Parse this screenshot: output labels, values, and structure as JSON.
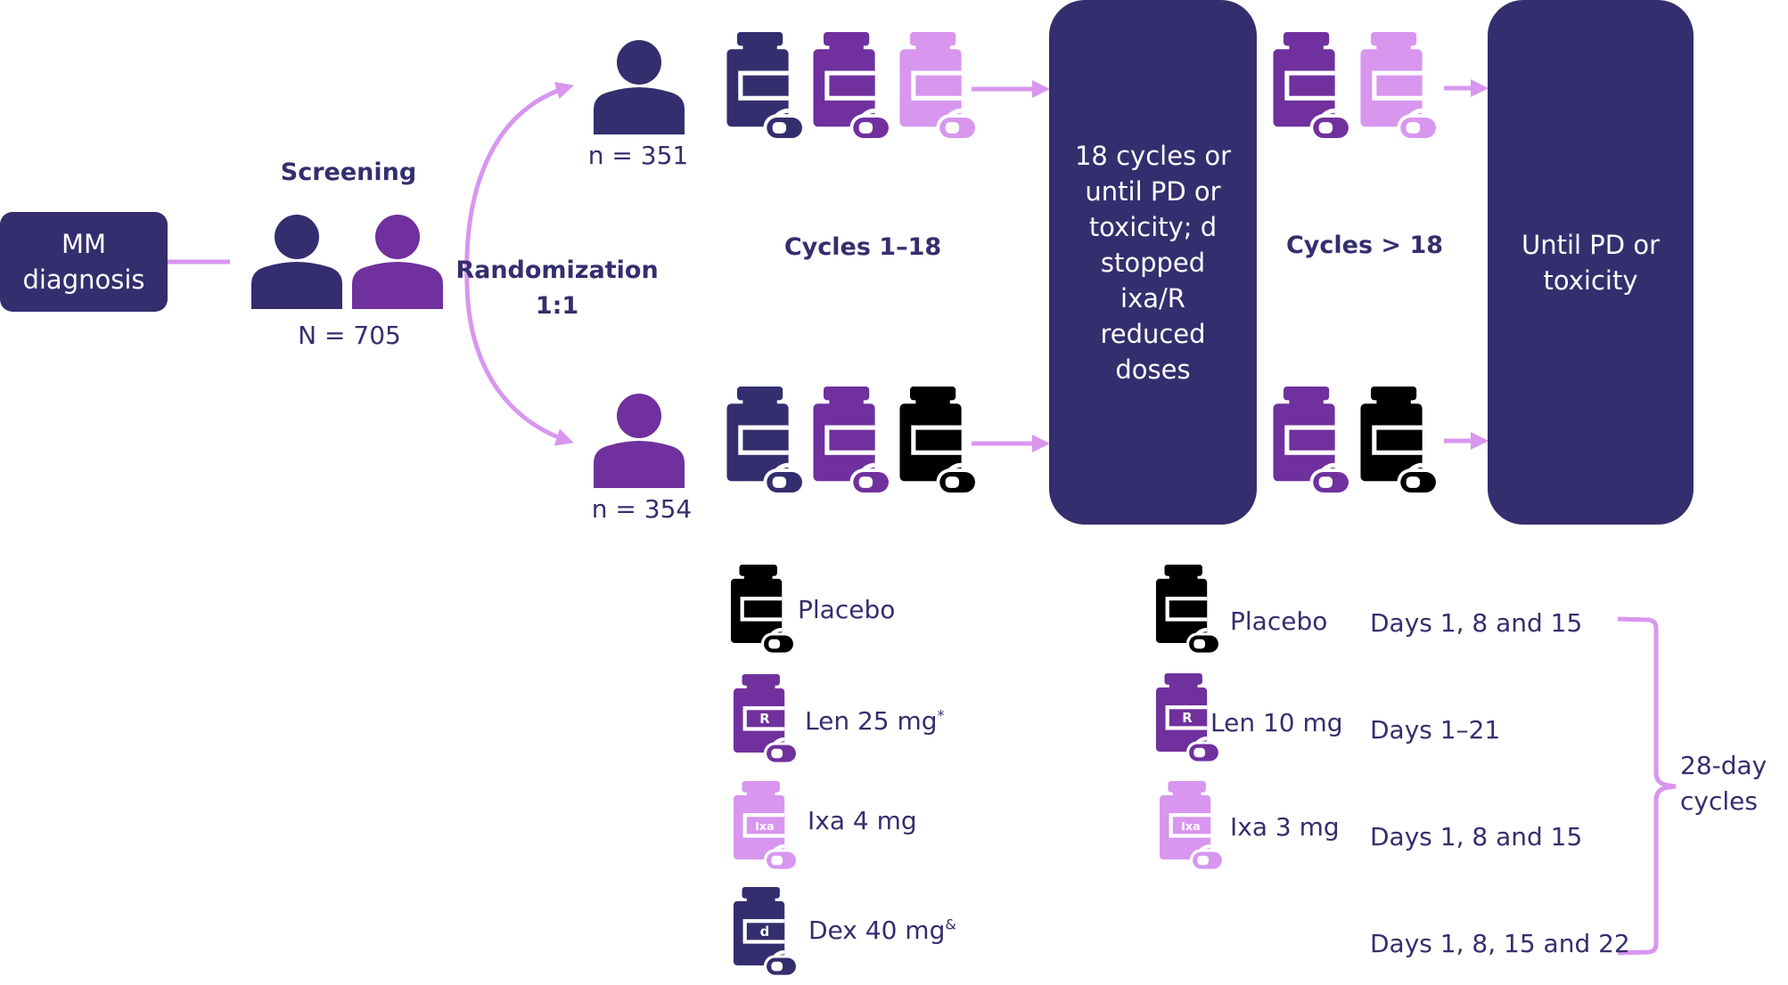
{
  "colors": {
    "navy": "#342e6e",
    "purple": "#70309e",
    "lilac": "#d896ef",
    "black": "#000000",
    "connector": "#d896ef",
    "text": "#342e6e"
  },
  "diagnosis": {
    "label": "MM\ndiagnosis"
  },
  "screening": {
    "title": "Screening",
    "count": "N = 705"
  },
  "randomization": {
    "line1": "Randomization",
    "line2": "1:1"
  },
  "arms": [
    {
      "count": "n = 351",
      "person_color": "navy",
      "cycles_1_18_drugs": [
        "dex",
        "len",
        "ixa"
      ],
      "cycles_gt_18_drugs": [
        "len",
        "ixa"
      ]
    },
    {
      "count": "n = 354",
      "person_color": "purple",
      "cycles_1_18_drugs": [
        "dex",
        "len",
        "placebo"
      ],
      "cycles_gt_18_drugs": [
        "len",
        "placebo"
      ]
    }
  ],
  "phases": {
    "cycles_1_18": "Cycles 1–18",
    "cycles_gt_18": "Cycles > 18",
    "transition_box": "18 cycles  or\nuntil PD or\ntoxicity; d\nstopped\nixa/R\nreduced\ndoses",
    "final_box": "Until PD or\ntoxicity"
  },
  "legend_cycles_1_18": [
    {
      "drug": "placebo",
      "glyph": "",
      "label": "Placebo",
      "sup": ""
    },
    {
      "drug": "len",
      "glyph": "R",
      "label": "Len 25 mg",
      "sup": "*"
    },
    {
      "drug": "ixa",
      "glyph": "Ixa",
      "label": "Ixa 4 mg",
      "sup": ""
    },
    {
      "drug": "dex",
      "glyph": "d",
      "label": "Dex 40 mg",
      "sup": "&"
    }
  ],
  "legend_cycles_gt_18": [
    {
      "drug": "placebo",
      "glyph": "",
      "label": "Placebo"
    },
    {
      "drug": "len",
      "glyph": "R",
      "label": "Len 10 mg"
    },
    {
      "drug": "ixa",
      "glyph": "Ixa",
      "label": "Ixa 3 mg"
    }
  ],
  "schedule": [
    "Days 1, 8 and 15",
    "Days 1–21",
    "Days 1, 8 and 15",
    "Days 1, 8, 15 and 22"
  ],
  "cycle_length": "28-day\ncycles"
}
